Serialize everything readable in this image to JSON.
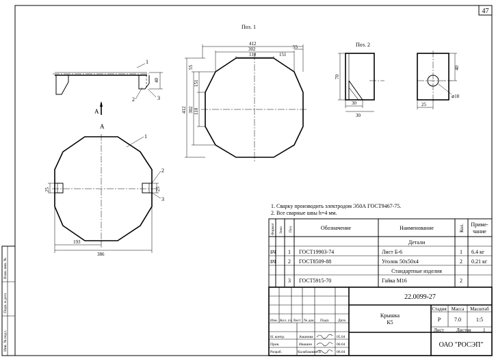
{
  "sheet": {
    "page_number": "47",
    "drawing_code": "22.0099-27",
    "title_line1": "Крышка",
    "title_line2": "К5",
    "company": "ОАО \"РОСЭП\""
  },
  "views": {
    "pos1_label": "Поз. 1",
    "pos2_label": "Поз. 2",
    "section_mark": "А"
  },
  "dimensions": {
    "pos1": {
      "overall_width": "412",
      "mid_width": "302",
      "top_chord": "110",
      "half_top": "151",
      "corner": "55",
      "overall_height": "412",
      "mid_height": "302",
      "side_151": "151",
      "side_110": "110",
      "top_55": "55"
    },
    "pos2": {
      "height_70": "70",
      "base_30a": "30",
      "base_30b": "30",
      "height_40": "40",
      "width_25": "25",
      "hole": "⌀18"
    },
    "front": {
      "thick": "40",
      "d193": "193",
      "d386": "386",
      "d25": "25",
      "d25b": "25"
    }
  },
  "callouts": [
    "1",
    "2",
    "3"
  ],
  "notes": [
    "1. Сварку производить электродом Э50А ГОСТ9467-75.",
    "2. Все сварные швы h=4 мм."
  ],
  "spec": {
    "headers": {
      "format": "Формат",
      "zone": "Зона",
      "pos": "Поз.",
      "designation": "Обозначение",
      "name": "Наименование",
      "qty": "Кол.",
      "note_l1": "Приме-",
      "note_l2": "чание"
    },
    "section_details": "Детали",
    "section_std": "Стандартные изделия",
    "rows": [
      {
        "format": "БЧ",
        "pos": "1",
        "designation": "ГОСТ19903-74",
        "name": "Лист Б-6",
        "qty": "1",
        "note": "6.4 кг"
      },
      {
        "format": "БЧ",
        "pos": "2",
        "designation": "ГОСТ8509-88",
        "name": "Уголок 50х50х4",
        "qty": "2",
        "note": "0.21 кг"
      },
      {
        "format": "",
        "pos": "3",
        "designation": "ГОСТ5915-70",
        "name": "Гайка М16",
        "qty": "2",
        "note": ""
      }
    ]
  },
  "title_block": {
    "col_labels": [
      "Изм.",
      "Кол. уч",
      "Лист",
      "№ док.",
      "Подп.",
      "Дата"
    ],
    "stage_label": "Стадия",
    "mass_label": "Масса",
    "scale_label": "Масштаб",
    "stage": "Р",
    "mass": "7.0",
    "scale": "1:5",
    "sheet_label": "Лист",
    "sheets_label": "Листов",
    "sheets": "1",
    "signers": [
      {
        "role": "Н. контр.",
        "name": "Аманова",
        "date": "05.04"
      },
      {
        "role": "Пров.",
        "name": "Ивашин",
        "date": "06.04"
      },
      {
        "role": "Разраб.",
        "name": "Калабашкин В.",
        "date": "06.04"
      }
    ]
  },
  "side_stamp": [
    "Взам. инв. №",
    "Подп. и дата",
    "Инв. № подл."
  ]
}
